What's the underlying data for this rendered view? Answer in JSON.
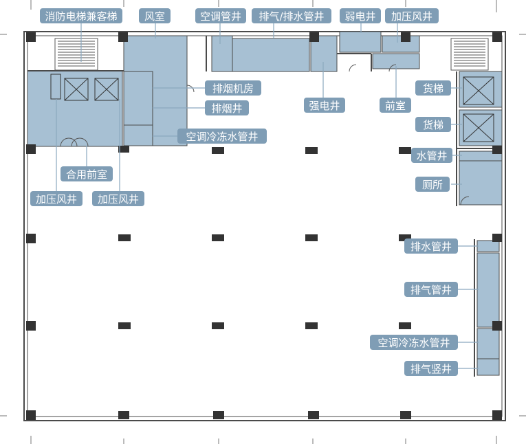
{
  "colors": {
    "room_fill": "#a7c0d3",
    "label_fill": "#7f9db5",
    "wall": "#4a4a4a",
    "column": "#333333",
    "leader": "#8aa8bf"
  },
  "labels": {
    "fire_elevator": "消防电梯兼客梯",
    "air_room": "风室",
    "ac_shaft_top": "空调管井",
    "exhaust_drain_shaft": "排气/排水管井",
    "weak_current_shaft": "弱电井",
    "pressurized_shaft_top": "加压风井",
    "smoke_machine_room": "排烟机房",
    "smoke_shaft": "排烟井",
    "strong_current_shaft": "强电井",
    "front_room": "前室",
    "freight_elevator_1": "货梯",
    "freight_elevator_2": "货梯",
    "ac_chilled_water_shaft_1": "空调冷冻水管井",
    "water_shaft": "水管井",
    "shared_front_room": "合用前室",
    "toilet": "厕所",
    "pressurized_shaft_left": "加压风井",
    "pressurized_shaft_mid": "加压风井",
    "drain_shaft": "排水管井",
    "exhaust_shaft": "排气管井",
    "ac_chilled_water_shaft_2": "空调冷冻水管井",
    "exhaust_vertical_shaft": "排气竖井"
  }
}
